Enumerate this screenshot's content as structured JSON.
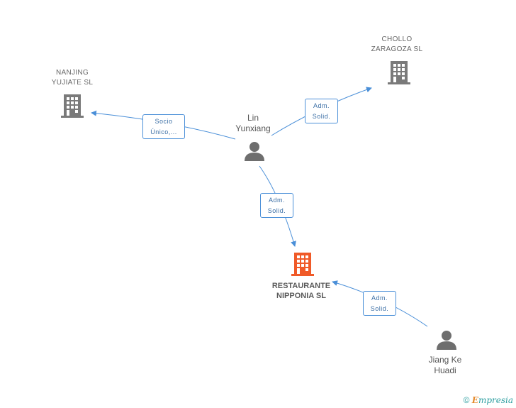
{
  "nodes": {
    "nanjing": {
      "label": "NANJING\nYUJIATE SL",
      "type": "company"
    },
    "chollo": {
      "label": "CHOLLO\nZARAGOZA SL",
      "type": "company"
    },
    "lin": {
      "label": "Lin\nYunxiang",
      "type": "person"
    },
    "restaurante": {
      "label": "RESTAURANTE\nNIPPONIA SL",
      "type": "company",
      "highlight": true
    },
    "jiang": {
      "label": "Jiang Ke\nHuadi",
      "type": "person"
    }
  },
  "edges": {
    "lin_nanjing": "Socio\nÚnico,...",
    "lin_chollo": "Adm.\nSolid.",
    "lin_restaurante": "Adm.\nSolid.",
    "jiang_restaurante": "Adm.\nSolid."
  },
  "colors": {
    "edge": "#4a8fd8",
    "company_icon": "#7a7a7a",
    "highlight_icon": "#f05a28",
    "person_icon": "#6e6e6e"
  },
  "footer": {
    "copyright": "©",
    "brand_first": "E",
    "brand_rest": "mpresia"
  }
}
